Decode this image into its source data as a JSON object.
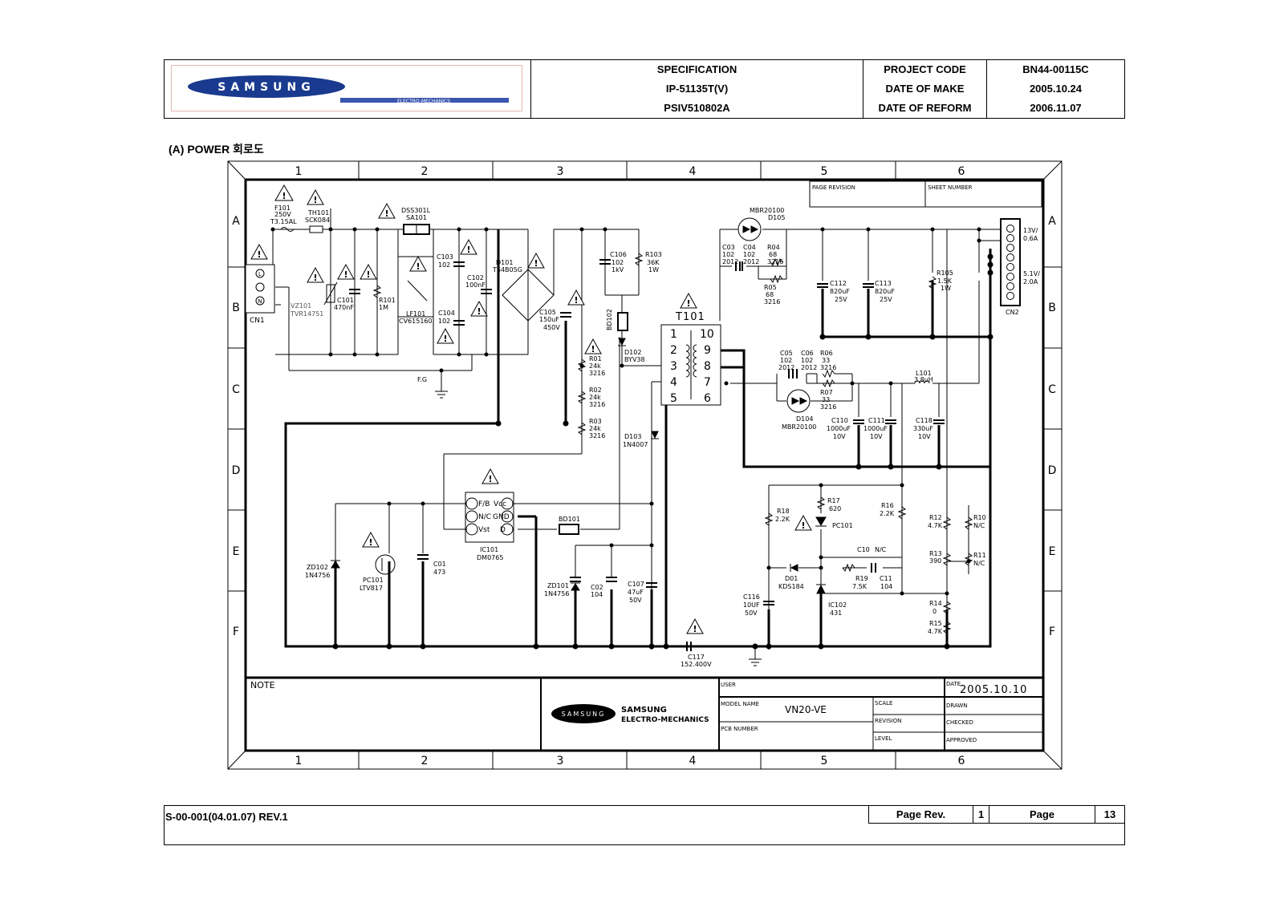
{
  "header": {
    "spec_label": "SPECIFICATION",
    "model": "IP-51135T(V)",
    "part_no": "PSIV510802A",
    "project_code_label": "PROJECT CODE",
    "project_code": "BN44-00115C",
    "date_make_label": "DATE OF MAKE",
    "date_make": "2005.10.24",
    "date_reform_label": "DATE OF REFORM",
    "date_reform": "2006.11.07",
    "logo_text": "SAMSUNG",
    "logo_sub": "ELECTRO-MECHANICS"
  },
  "section_title": "(A) POWER 회로도",
  "frame": {
    "columns": [
      "1",
      "2",
      "3",
      "4",
      "5",
      "6"
    ],
    "rows": [
      "A",
      "B",
      "C",
      "D",
      "E",
      "F"
    ],
    "page_revision_label": "PAGE REVISION",
    "sheet_number_label": "SHEET NUMBER"
  },
  "components": {
    "f101": [
      "F101",
      "250V",
      "T3.15AL"
    ],
    "th101": [
      "TH101",
      "SCK084"
    ],
    "dss": [
      "DSS301L",
      "SA101"
    ],
    "c103": [
      "C103",
      "102"
    ],
    "c102": [
      "C102",
      "100nF"
    ],
    "c104": [
      "C104",
      "102"
    ],
    "lf101": [
      "LF101",
      "CV615160"
    ],
    "c101": [
      "C101",
      "470nF"
    ],
    "r101": [
      "R101",
      "1M"
    ],
    "vz101": [
      "VZ101",
      "TVR14751"
    ],
    "cn1": "CN1",
    "d101": [
      "D101",
      "TS4B05G"
    ],
    "c105": [
      "C105",
      "150uF",
      "450V"
    ],
    "c106": [
      "C106",
      "102",
      "1kV"
    ],
    "r103": [
      "R103",
      "36K",
      "1W"
    ],
    "bd102": "BD102",
    "d102": [
      "D102",
      "BYV38"
    ],
    "r01": [
      "R01",
      "24k",
      "3216"
    ],
    "r02": [
      "R02",
      "24k",
      "3216"
    ],
    "r03": [
      "R03",
      "24k",
      "3216"
    ],
    "d103": [
      "D103",
      "1N4007"
    ],
    "t101": "T101",
    "fg": "F.G",
    "ic101": [
      "IC101",
      "DM0765"
    ],
    "ic101_pins": [
      "F/B",
      "Vcc",
      "N/C",
      "GND",
      "Vst",
      "D"
    ],
    "bd101": "BD101",
    "zd102": [
      "ZD102",
      "1N4756"
    ],
    "pc101a": [
      "PC101",
      "LTV817"
    ],
    "c01": [
      "C01",
      "473"
    ],
    "zd101": [
      "ZD101",
      "1N4756"
    ],
    "c02": [
      "C02",
      "104"
    ],
    "c107": [
      "C107",
      "47uF",
      "50V"
    ],
    "c117": [
      "C117",
      "152.400V"
    ],
    "d105": [
      "MBR20100",
      "D105"
    ],
    "c03": [
      "C03",
      "102",
      "2012"
    ],
    "c04": [
      "C04",
      "102",
      "2012"
    ],
    "r04": [
      "R04",
      "68",
      "3216"
    ],
    "r05": [
      "R05",
      "68",
      "3216"
    ],
    "c112": [
      "C112",
      "820uF",
      "25V"
    ],
    "c113": [
      "C113",
      "820uF",
      "25V"
    ],
    "r105": [
      "R105",
      "1.5K",
      "1W"
    ],
    "cn2": "CN2",
    "cn2_v1": [
      "13V/",
      "0.6A"
    ],
    "cn2_v2": [
      "5.1V/",
      "2.0A"
    ],
    "c05": [
      "C05",
      "102",
      "2012"
    ],
    "c06": [
      "C06",
      "102",
      "2012"
    ],
    "r06": [
      "R06",
      "33",
      "3216"
    ],
    "r07": [
      "R07",
      "33",
      "3216"
    ],
    "d104": [
      "D104",
      "MBR20100"
    ],
    "l101": [
      "L101",
      "3.8uH"
    ],
    "c110": [
      "C110",
      "1000uF",
      "10V"
    ],
    "c111": [
      "C111",
      "1000uF",
      "10V"
    ],
    "c118": [
      "C118",
      "330uF",
      "10V"
    ],
    "r18": [
      "R18",
      "2.2K"
    ],
    "r17": [
      "R17",
      "620"
    ],
    "pc101b": "PC101",
    "r16": [
      "R16",
      "2.2K"
    ],
    "r12": [
      "R12",
      "4.7K"
    ],
    "r10": [
      "R10",
      "N/C"
    ],
    "c10": [
      "C10",
      "N/C"
    ],
    "r13": [
      "R13",
      "390"
    ],
    "r11": [
      "R11",
      "N/C"
    ],
    "d01": [
      "D01",
      "KDS184"
    ],
    "r19": [
      "R19",
      "7.5K"
    ],
    "c11": [
      "C11",
      "104"
    ],
    "c116": [
      "C116",
      "10UF",
      "50V"
    ],
    "ic102": [
      "IC102",
      "431"
    ],
    "r14": [
      "R14",
      "0"
    ],
    "r15": [
      "R15",
      "4.7K"
    ]
  },
  "title_block": {
    "note_label": "NOTE",
    "logo_text": "SAMSUNG",
    "brand1": "SAMSUNG",
    "brand2": "ELECTRO-MECHANICS",
    "user_label": "USER",
    "date_label": "DATE",
    "date_value": "2005.10.10",
    "model_name_label": "MODEL NAME",
    "model_name": "VN20-VE",
    "scale_label": "SCALE",
    "drawn_label": "DRAWN",
    "revision_label": "REVISION",
    "checked_label": "CHECKED",
    "pcb_label": "PCB NUMBER",
    "level_label": "LEVEL",
    "approved_label": "APPROVED"
  },
  "footer": {
    "doc_code": "S-00-001(04.01.07) REV.1",
    "page_rev_label": "Page Rev.",
    "page_rev": "1",
    "page_label": "Page",
    "page": "13"
  }
}
